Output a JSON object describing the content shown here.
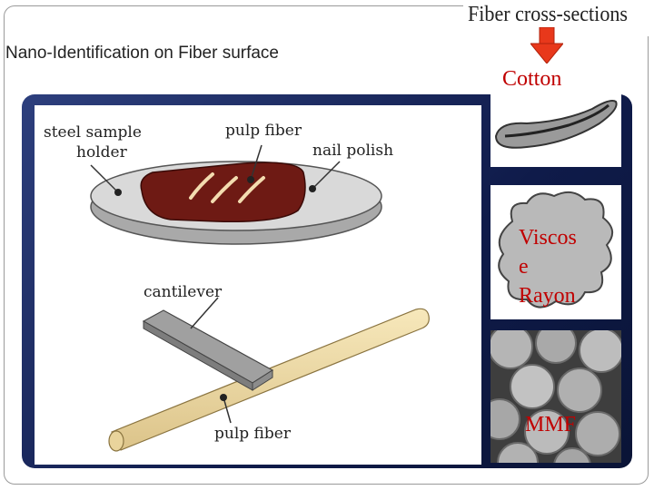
{
  "slide": {
    "title": "Nano-Identification on Fiber surface"
  },
  "diagram": {
    "labels": {
      "steel_sample": "steel sample",
      "holder": "holder",
      "pulp_fiber_top": "pulp fiber",
      "nail_polish": "nail polish",
      "cantilever": "cantilever",
      "pulp_fiber_bottom": "pulp fiber"
    }
  },
  "cross_sections": {
    "header": "Fiber cross-sections",
    "items": [
      {
        "label_lines": [
          "Cotton"
        ]
      },
      {
        "label_lines": [
          "Viscos",
          "e",
          "Rayon"
        ]
      },
      {
        "label_lines": [
          "MMF"
        ]
      }
    ]
  },
  "colors": {
    "label_red": "#c00000",
    "arrow_red": "#e8381b",
    "panel_blue": "#1a2a63",
    "polish_brown": "#6e1a14",
    "fiber_tan": "#f2dfa5"
  }
}
